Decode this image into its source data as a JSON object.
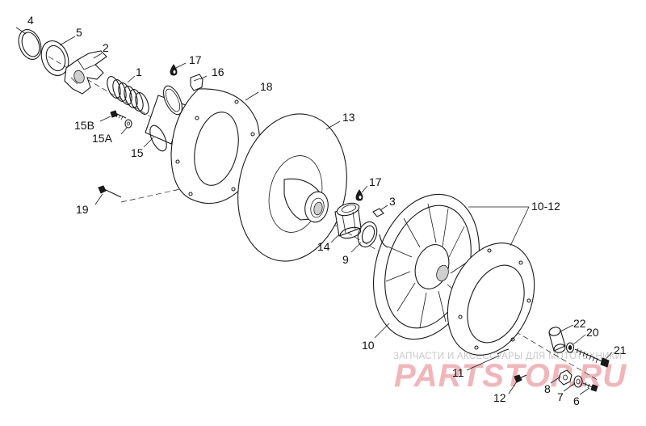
{
  "diagram": {
    "callouts": {
      "c4": "4",
      "c5": "5",
      "c2": "2",
      "c1": "1",
      "c17a": "17",
      "c16": "16",
      "c18": "18",
      "c13": "13",
      "c15b": "15B",
      "c15a": "15A",
      "c15": "15",
      "c19": "19",
      "c17b": "17",
      "c3": "3",
      "c14": "14",
      "c9": "9",
      "c10_12": "10-12",
      "c10": "10",
      "c22": "22",
      "c20": "20",
      "c21": "21",
      "c11": "11",
      "c12": "12",
      "c8": "8",
      "c7": "7",
      "c6": "6"
    }
  },
  "watermark": {
    "tagline": "ЗАПЧАСТИ И АКСЕССУАРЫ ДЛЯ МОТОТЕХНИКИ",
    "brand": "PARTSTOP.RU"
  }
}
